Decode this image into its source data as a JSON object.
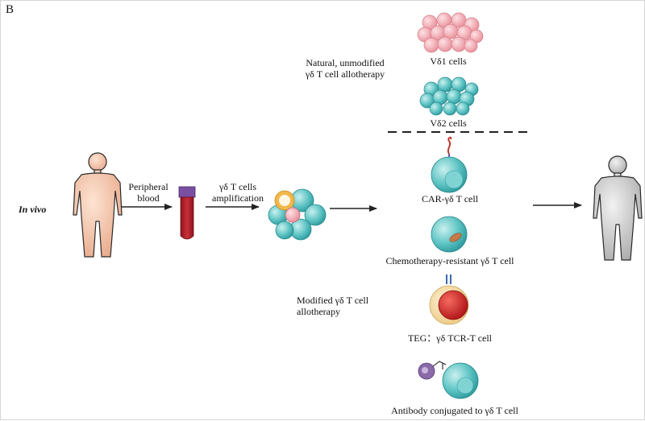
{
  "panel_label": "B",
  "left_label": "In vivo",
  "steps": {
    "blood_line1": "Peripheral",
    "blood_line2": "blood",
    "amp_line1": "γδ T cells",
    "amp_line2": "amplification"
  },
  "natural": {
    "title_line1": "Natural, unmodified",
    "title_line2": "γδ T cell allotherapy",
    "vd1": "Vδ1 cells",
    "vd2": "Vδ2 cells"
  },
  "modified": {
    "title_line1": "Modified γδ T cell",
    "title_line2": "allotherapy",
    "car": "CAR-γδ T cell",
    "chemo": "Chemotherapy-resistant γδ T cell",
    "teg": "TEG：γδ TCR-T cell",
    "antibody": "Antibody conjugated to γδ T cell"
  },
  "colors": {
    "skin": "#f4c7a6",
    "grey_body": "#c8c8c8",
    "teal_cell": "#5fc4c4",
    "pink_cell": "#f0a8b0",
    "blood": "#b01e2a",
    "cap": "#7a4ea0",
    "nucleus_red": "#d8262a",
    "membrane_yellow": "#f2d79a",
    "purple_antigen": "#8a6aa8"
  }
}
